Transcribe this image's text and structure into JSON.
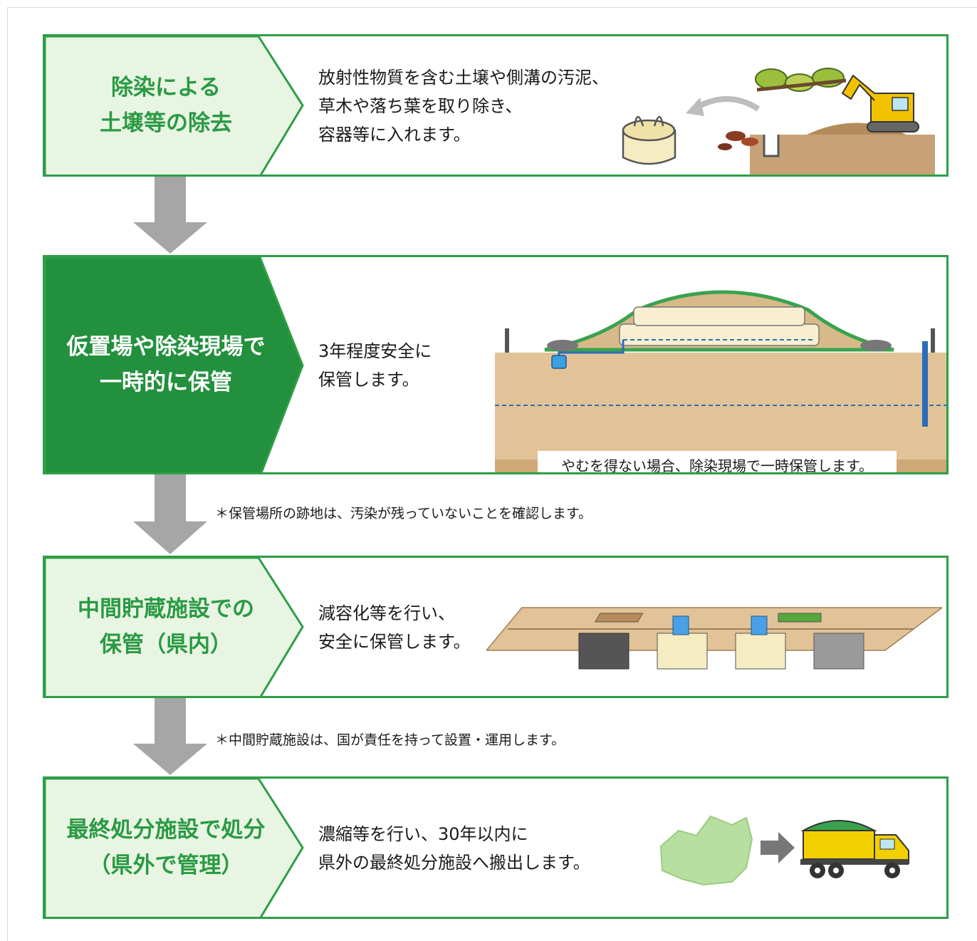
{
  "steps": [
    {
      "title_lines": [
        "除染による",
        "土壌等の除去"
      ],
      "desc_lines": [
        "放射性物質を含む土壌や側溝の汚泥、",
        "草木や落ち葉を取り除き、",
        "容器等に入れます。"
      ]
    },
    {
      "title_lines": [
        "仮置場や除染現場で",
        "一時的に保管"
      ],
      "desc_lines": [
        "3年程度安全に",
        "保管します。"
      ],
      "caption": "やむを得ない場合、除染現場で一時保管します。"
    },
    {
      "title_lines": [
        "中間貯蔵施設での",
        "保管（県内）"
      ],
      "desc_lines": [
        "減容化等を行い、",
        "安全に保管します。"
      ]
    },
    {
      "title_lines": [
        "最終処分施設で処分",
        "（県外で管理）"
      ],
      "desc_lines": [
        "濃縮等を行い、30年以内に",
        "県外の最終処分施設へ搬出します。"
      ]
    }
  ],
  "notes": [
    "＊保管場所の跡地は、汚染が残っていないことを確認します。",
    "＊中間貯蔵施設は、国が責任を持って設置・運用します。"
  ],
  "colors": {
    "green": "#2e9e47",
    "dark_green": "#23903e",
    "light_green": "#e9f5e3",
    "arrow_gray": "#a6a6a6",
    "soil": "#e2c397"
  }
}
